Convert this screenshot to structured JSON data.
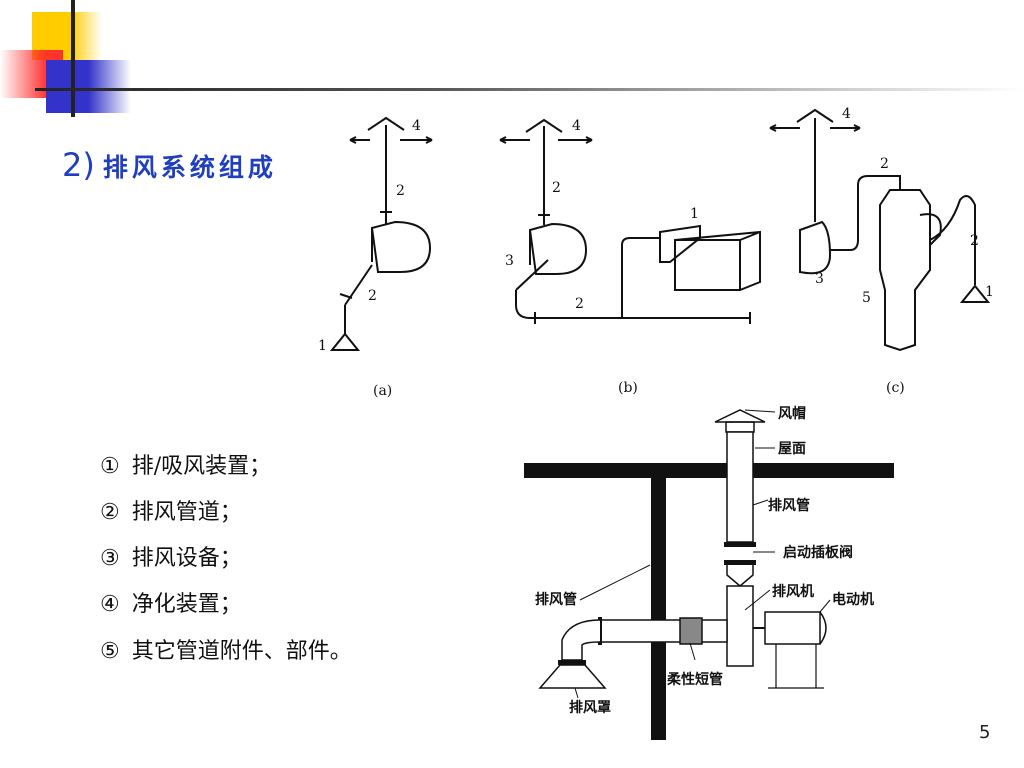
{
  "title": {
    "number": "2)",
    "text": "排风系统组成"
  },
  "list": [
    {
      "marker": "①",
      "text": "排/吸风装置；"
    },
    {
      "marker": "②",
      "text": "排风管道；"
    },
    {
      "marker": "③",
      "text": "排风设备；"
    },
    {
      "marker": "④",
      "text": "净化装置；"
    },
    {
      "marker": "⑤",
      "text": "其它管道附件、部件。"
    }
  ],
  "diagram_top": {
    "captions": [
      "(a)",
      "(b)",
      "(c)"
    ],
    "numbers": {
      "one": "1",
      "two": "2",
      "three": "3",
      "four": "4",
      "five": "5"
    }
  },
  "diagram_bottom": {
    "labels": {
      "cap": "风帽",
      "roof": "屋面",
      "duct_vertical": "排风管",
      "damper": "启动插板阀",
      "fan": "排风机",
      "motor": "电动机",
      "duct_left": "排风管",
      "flex": "柔性短管",
      "hood": "排风罩"
    }
  },
  "page_number": "5",
  "colors": {
    "title": "#1f3fbf",
    "yellow": "#ffcc00",
    "red": "#ff3030",
    "blue": "#3333cc"
  }
}
